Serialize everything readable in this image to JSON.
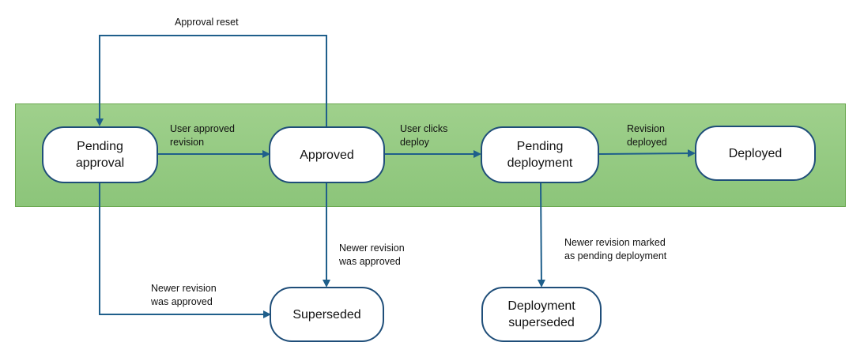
{
  "nodes": {
    "pending_approval": "Pending\napproval",
    "approved": "Approved",
    "pending_deployment": "Pending\ndeployment",
    "deployed": "Deployed",
    "superseded": "Superseded",
    "deployment_superseded": "Deployment\nsuperseded"
  },
  "edge_labels": {
    "approval_reset": "Approval reset",
    "user_approved_revision": "User approved\nrevision",
    "user_clicks_deploy": "User clicks\ndeploy",
    "revision_deployed": "Revision\ndeployed",
    "newer_revision_approved_1": "Newer revision\nwas approved",
    "newer_revision_approved_2": "Newer revision\nwas approved",
    "newer_revision_pending_deployment": "Newer revision marked\nas pending deployment"
  },
  "colors": {
    "node_border": "#1f4e79",
    "edge": "#1f5f8b",
    "band_fill": "#93c97f",
    "band_border": "#6aa84f"
  }
}
